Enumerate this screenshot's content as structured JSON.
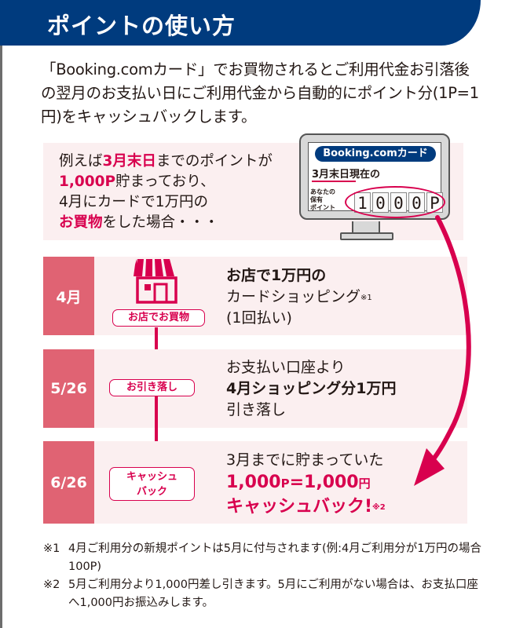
{
  "header": {
    "title": "ポイントの使い方",
    "bg_color": "#003b7e"
  },
  "intro": {
    "text": "「Booking.comカード」でお買物されるとご利用代金お引落後の翌月のお支払い日にご利用代金から自動的にポイント分(1P=1円)をキャッシュバックします。"
  },
  "example": {
    "line1_pre": "例えば",
    "line1_em": "3月末日",
    "line1_post": "までのポイントが",
    "line2_em": "1,000P",
    "line2_post": "貯まっており、",
    "line3": "4月にカードで1万円の",
    "line4_em": "お買物",
    "line4_post": "をした場合・・・"
  },
  "monitor": {
    "card_label": "Booking.comカード",
    "as_of": "3月末日現在の",
    "holder_label_lines": [
      "あなたの",
      "保有",
      "ポイント"
    ],
    "digits": [
      "1",
      "0",
      "0",
      "0",
      "P"
    ]
  },
  "rows": [
    {
      "month": "4月",
      "icon": "store-icon",
      "tag": "お店でお買物",
      "line1": "お店で1万円の",
      "line2": "カードショッピング",
      "line2_note": "※1",
      "line3": "(1回払い)"
    },
    {
      "month": "5/26",
      "tag": "お引き落し",
      "line1": "お支払い口座より",
      "line2": "4月ショッピング分1万円",
      "line3": "引き落し"
    },
    {
      "month": "6/26",
      "tag_line1": "キャッシュ",
      "tag_line2": "バック",
      "line1": "3月までに貯まっていた",
      "line2_a": "1,000",
      "line2_b": "P",
      "line2_c": "=1,000",
      "line2_d": "円",
      "line3": "キャッシュバック!",
      "line3_note": "※2"
    }
  ],
  "notes": [
    {
      "mark": "※1",
      "text": "4月ご利用分の新規ポイントは5月に付与されます(例:4月ご利用分が1万円の場合100P)"
    },
    {
      "mark": "※2",
      "text": "5月ご利用分より1,000円差し引きます。5月にご利用がない場合は、お支払口座へ1,000円お振込みします。"
    }
  ],
  "colors": {
    "accent_pink": "#d8004e",
    "month_label_bg": "#e06373",
    "row_bg": "#fbeff0",
    "navy": "#003b7e"
  }
}
